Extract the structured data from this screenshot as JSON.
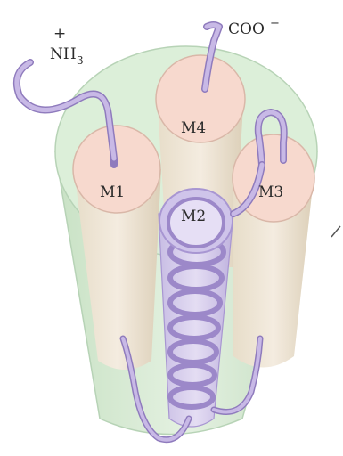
{
  "labels": {
    "n_terminus": "NH",
    "n_terminus_sub": "3",
    "n_terminus_charge": "+",
    "c_terminus": "COO",
    "c_terminus_charge": "−"
  },
  "helices": [
    {
      "label": "M1"
    },
    {
      "label": "M2"
    },
    {
      "label": "M3"
    },
    {
      "label": "M4"
    }
  ],
  "colors": {
    "barrel_fill": "#d8ebd6",
    "barrel_edge": "#b7d3b6",
    "helix_fill": "#f7d9ce",
    "helix_edge": "#d9b7a8",
    "chain": "#b9a6dc",
    "chain_edge": "#8f7bbd",
    "m2_coil": "#a896d2"
  }
}
